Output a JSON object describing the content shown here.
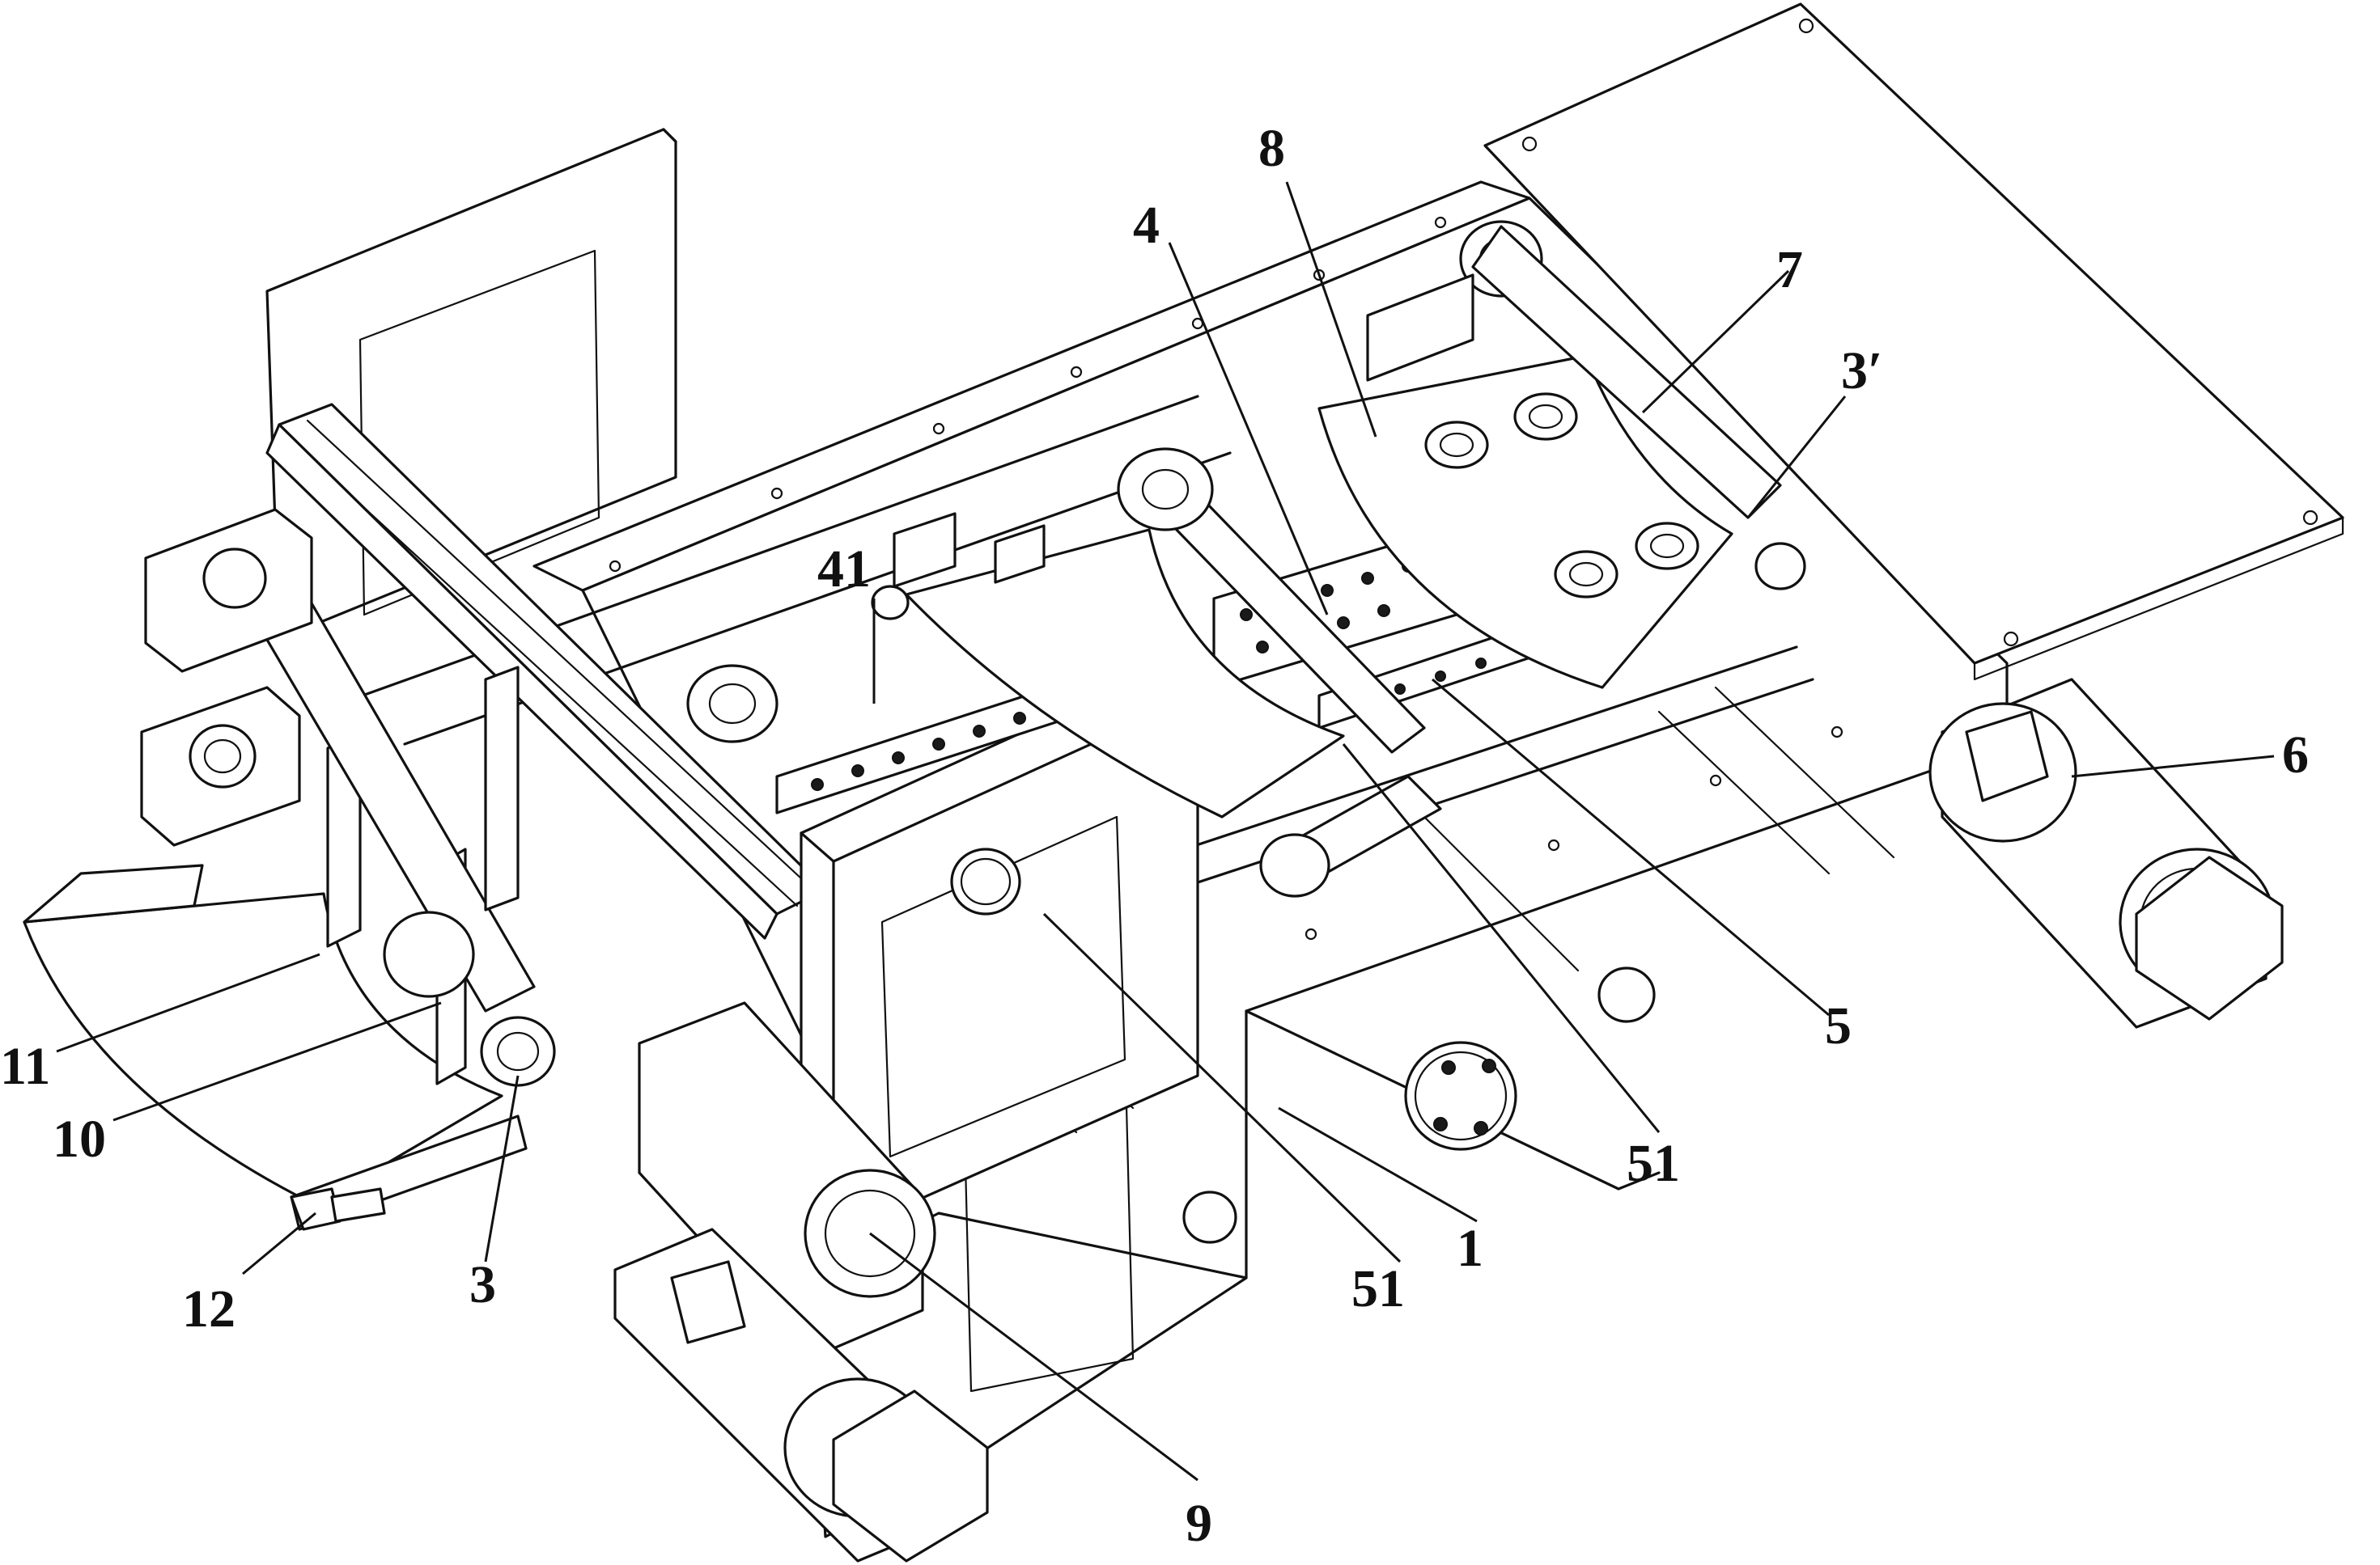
{
  "labels": {
    "l8": "8",
    "l4": "4",
    "l7": "7",
    "l3p": "3′",
    "l41": "41",
    "l6": "6",
    "l11": "11",
    "l10": "10",
    "l5": "5",
    "l51a": "51",
    "l1": "1",
    "l51b": "51",
    "l12": "12",
    "l3": "3",
    "l9": "9"
  },
  "colors": {
    "line": "#111111",
    "background": "#ffffff"
  }
}
